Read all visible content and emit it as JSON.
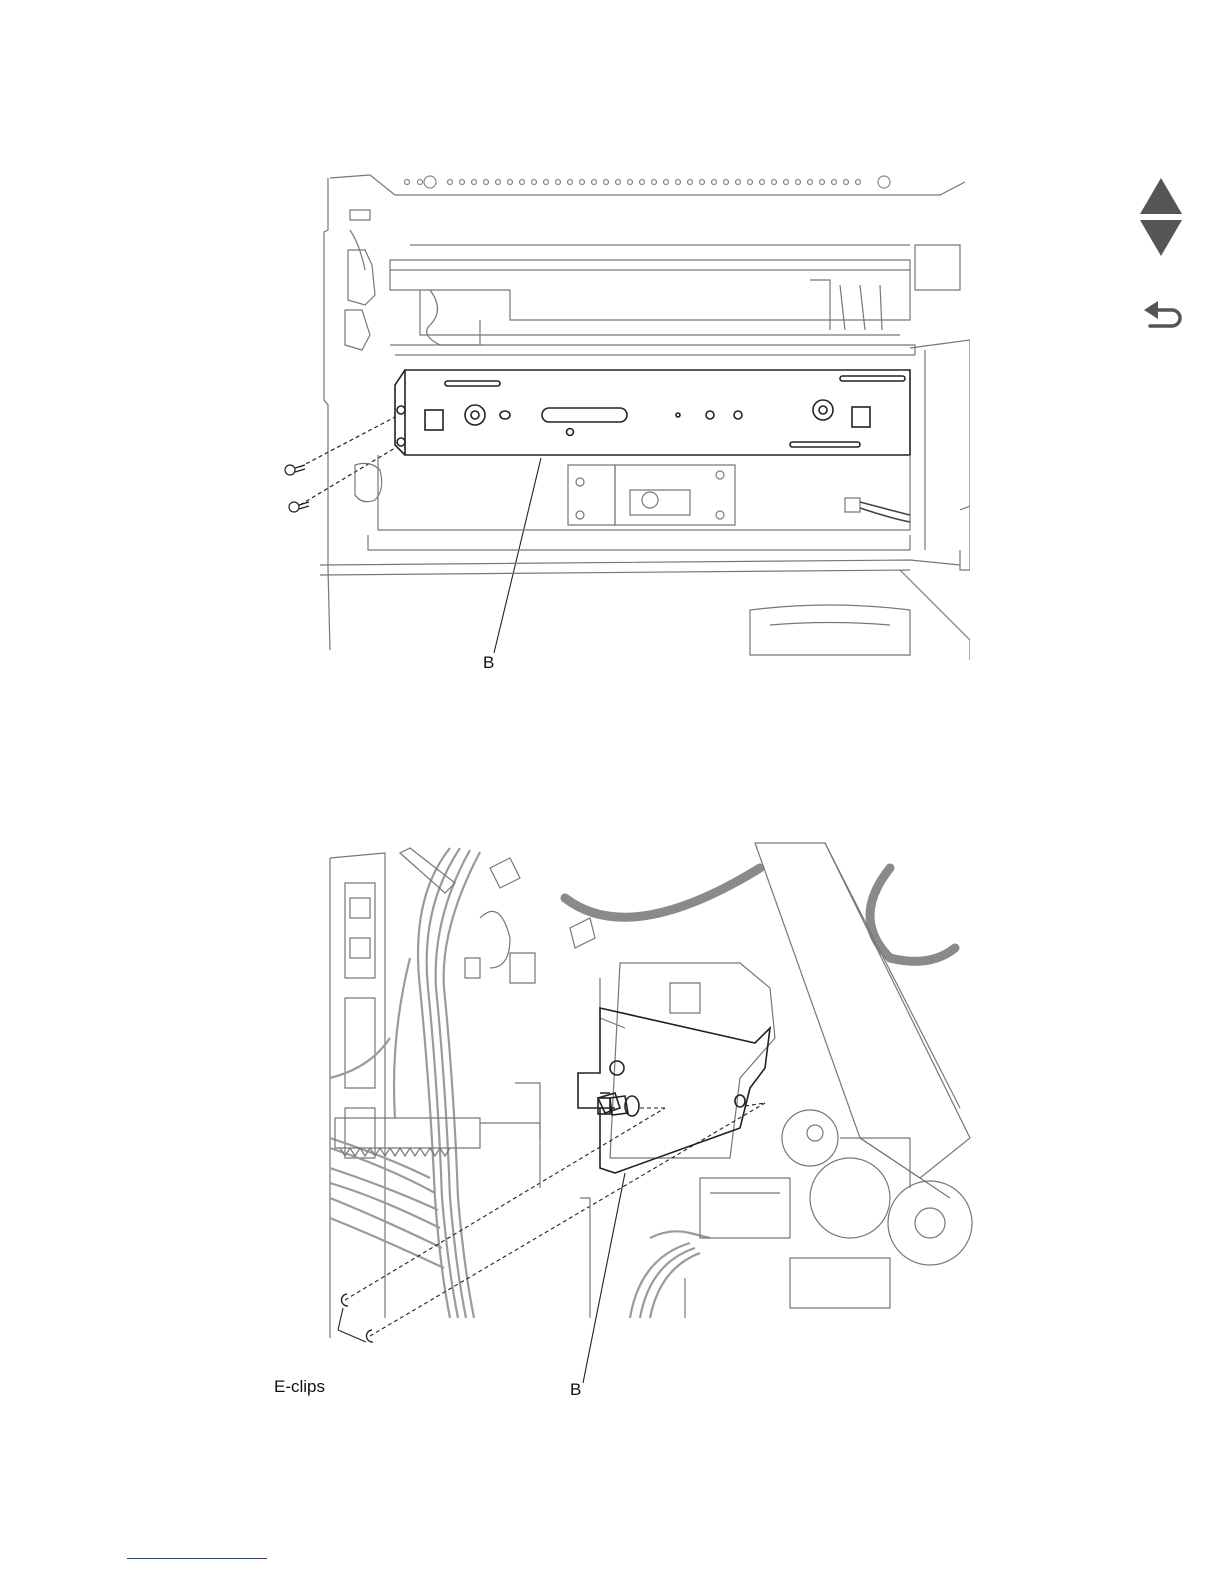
{
  "navigation": {
    "previous_icon": "triangle-up-icon",
    "next_icon": "triangle-down-icon",
    "back_icon": "return-arrow-icon",
    "icon_color": "#555555"
  },
  "figure_1": {
    "callouts": {
      "b": "B"
    }
  },
  "figure_2": {
    "callouts": {
      "e_clips": "E-clips",
      "b": "B"
    }
  },
  "footer": {
    "link_color": "#1f3fbf"
  }
}
